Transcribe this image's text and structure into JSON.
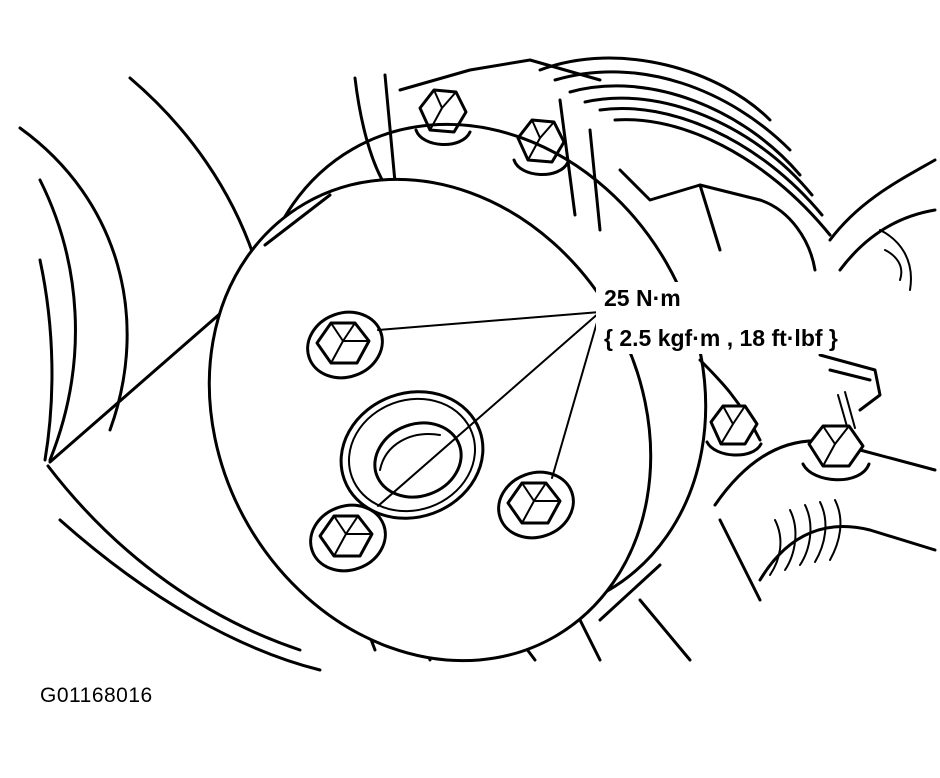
{
  "callout": {
    "torque_nm": "25 N·m",
    "torque_alt": "{ 2.5 kgf·m , 18 ft·lbf }"
  },
  "figure_id": "G01168016",
  "icons": [
    "bolt-icon",
    "pulley-icon"
  ]
}
